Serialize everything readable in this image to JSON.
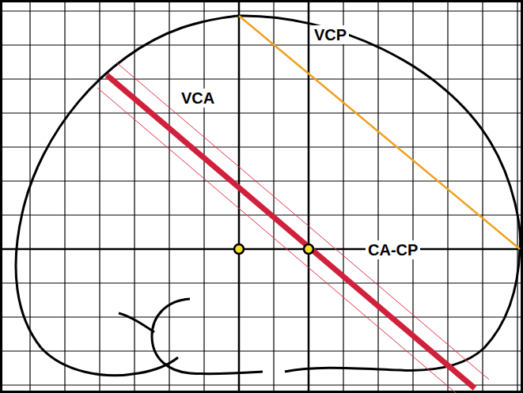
{
  "diagram": {
    "labels": [
      "VCP",
      "VCA",
      "CA-CP"
    ]
  }
}
